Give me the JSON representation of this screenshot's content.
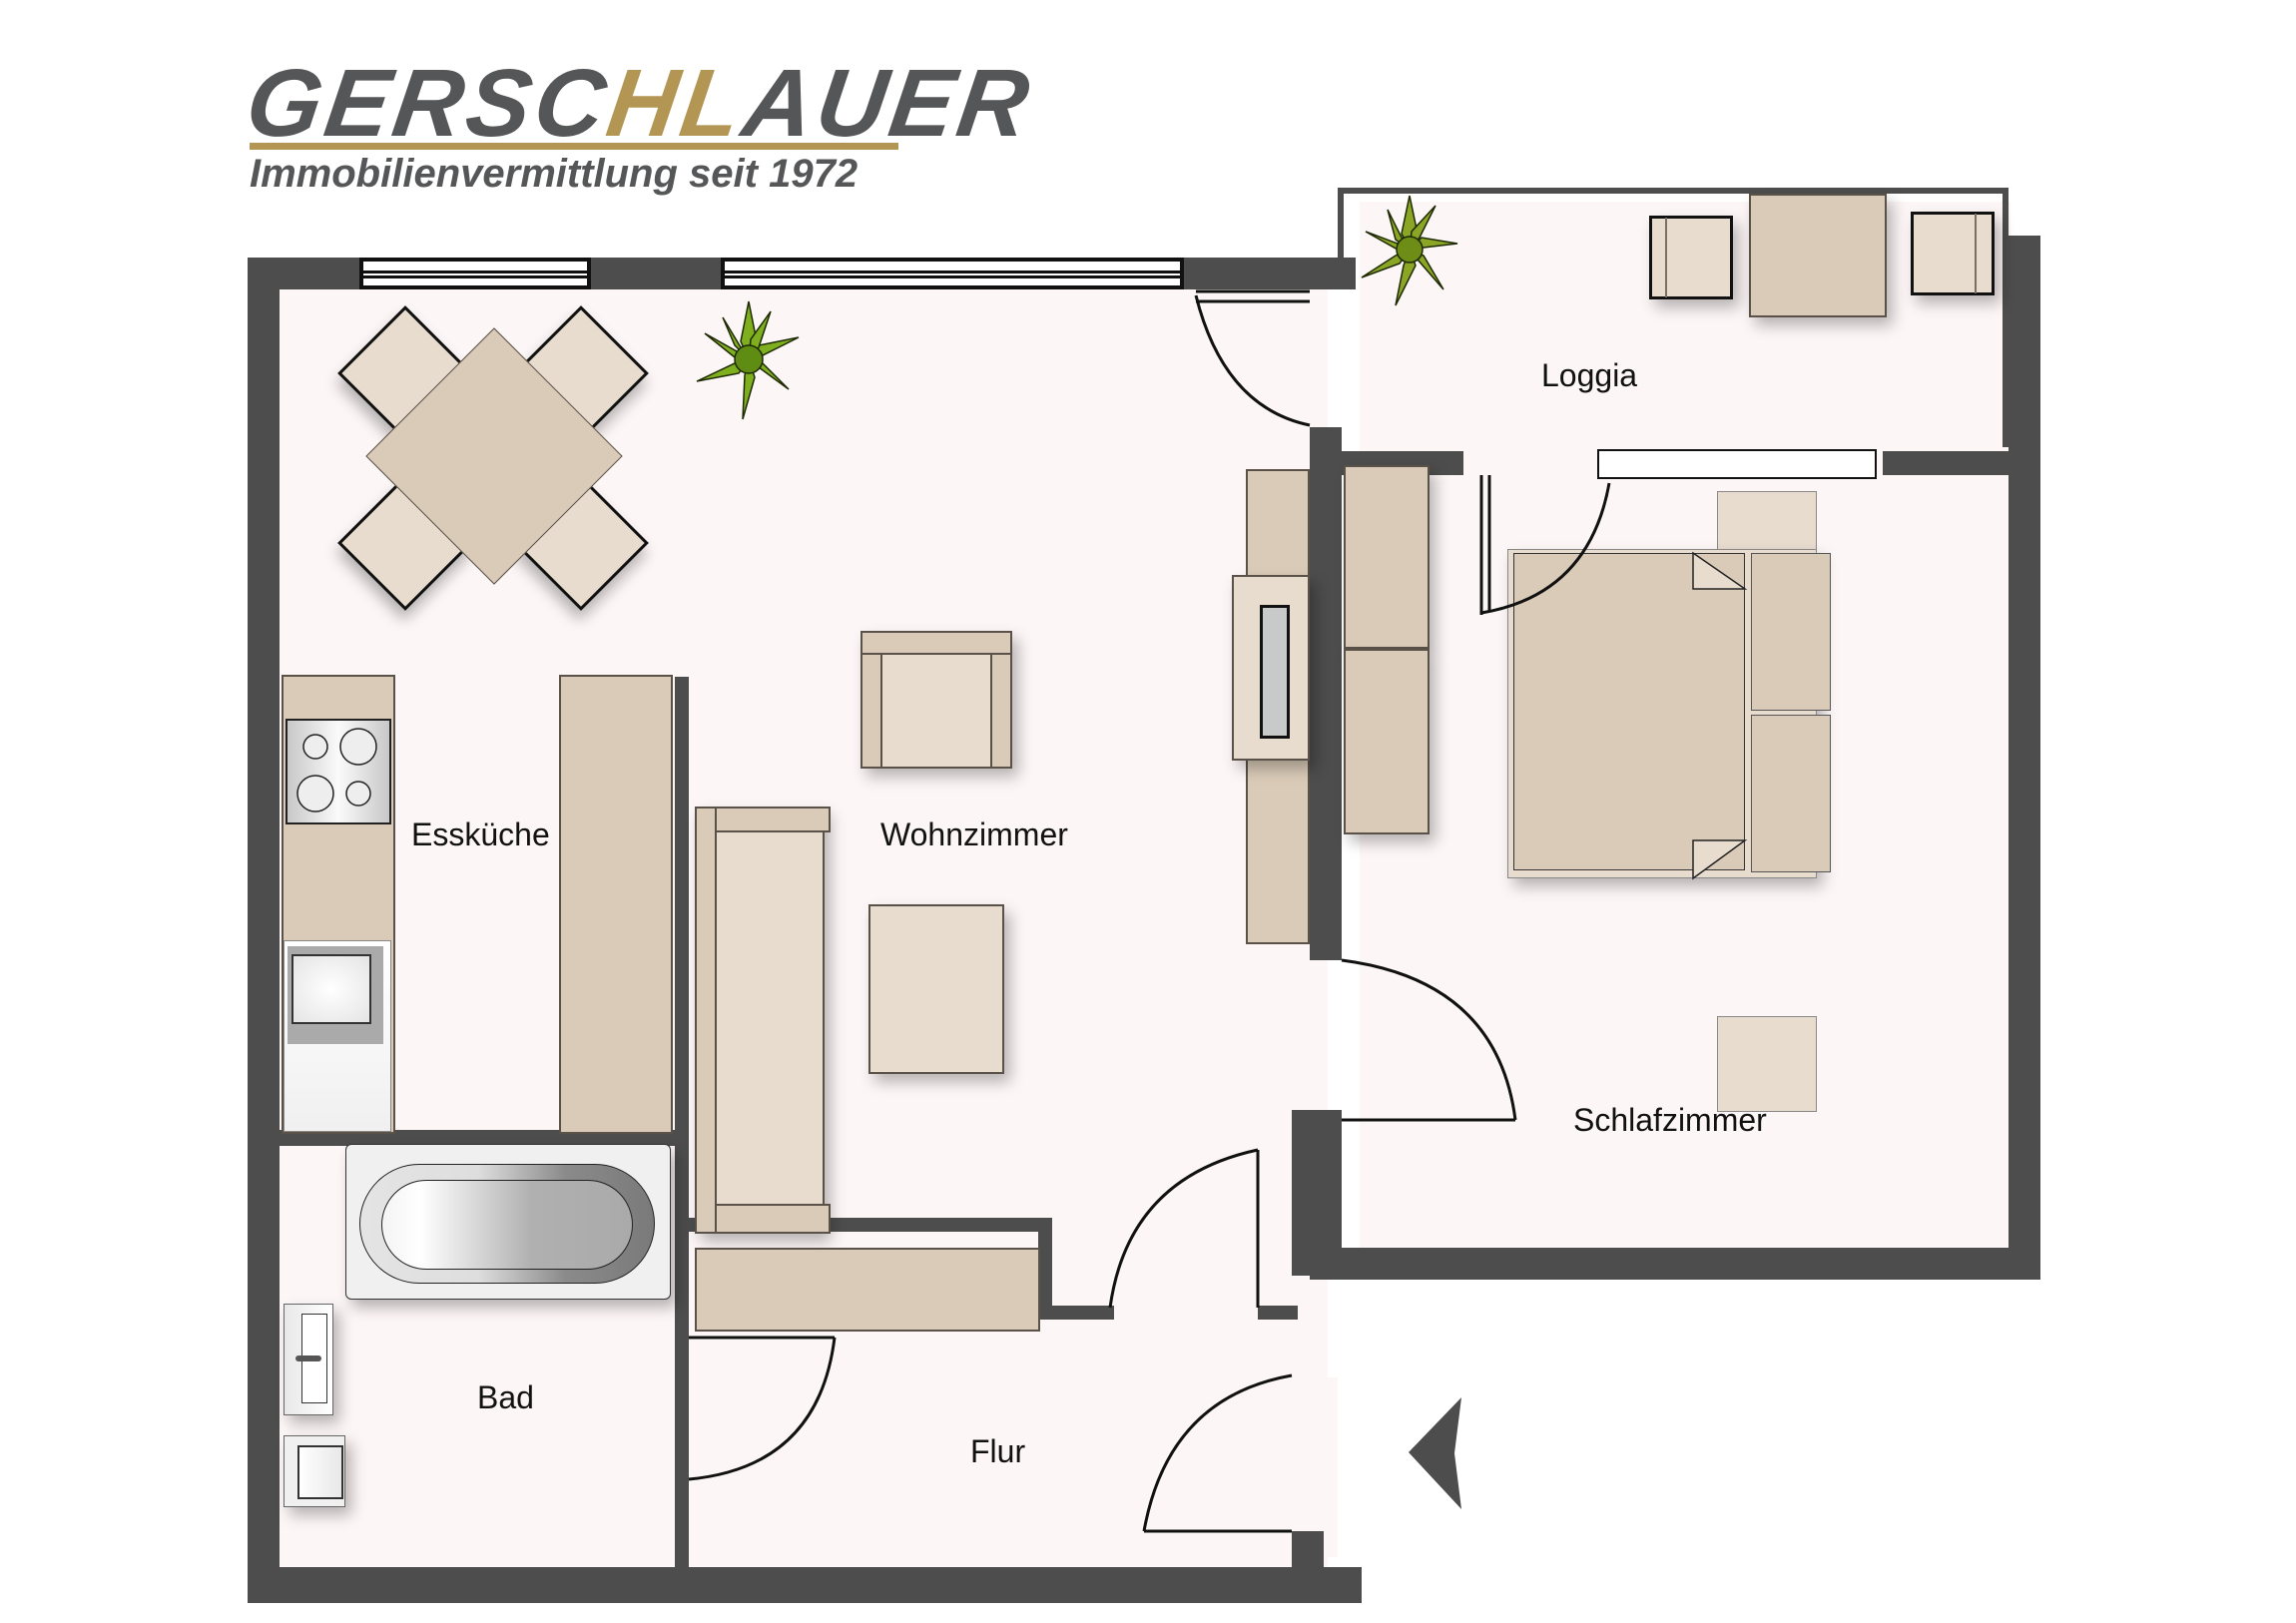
{
  "logo": {
    "name_part1": "GERSC",
    "name_accent": "HL",
    "name_part2": "AUER",
    "tagline": "Immobilienvermittlung seit 1972",
    "colors": {
      "text": "#555657",
      "accent": "#b49654"
    }
  },
  "floorplan": {
    "wall_color": "#4d4d4d",
    "floor_color": "#fdf6f6",
    "furniture_color": "#dacbb8",
    "furniture_light_color": "#e8dccf",
    "plant_color": "#7fae1e",
    "rooms": [
      {
        "id": "esskueche",
        "label": "Essküche"
      },
      {
        "id": "wohnzimmer",
        "label": "Wohnzimmer"
      },
      {
        "id": "loggia",
        "label": "Loggia"
      },
      {
        "id": "schlafzimmer",
        "label": "Schlafzimmer"
      },
      {
        "id": "bad",
        "label": "Bad"
      },
      {
        "id": "flur",
        "label": "Flur"
      }
    ],
    "entrance_arrow": "entrance-arrow-icon"
  }
}
